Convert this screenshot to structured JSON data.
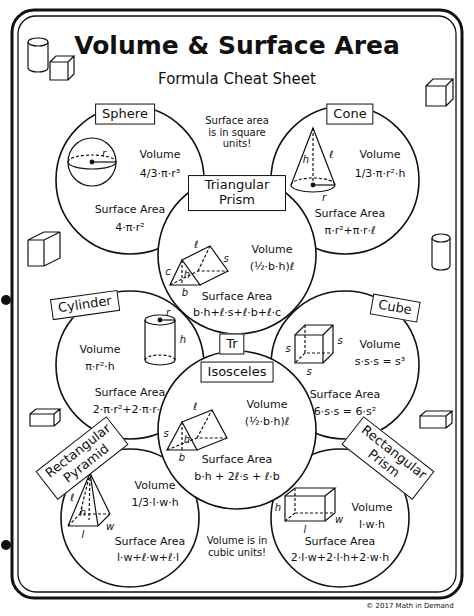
{
  "diagram": {
    "title": "Volume & Surface Area",
    "nodes": [
      {
        "text": [
          "Sphere",
          "Volume",
          "4/3·π·r³",
          "Surface Area",
          "4·π·r²"
        ]
      },
      {
        "text": [
          "Cone",
          "Volume",
          "1/3·π·r²·h",
          "Surface Area",
          "π·r²+π·r·ℓ"
        ]
      },
      {
        "text": [
          "Triangular Prism",
          "Volume",
          "(½·b·h)ℓ",
          "Surface Area",
          "b·h+ℓ·s+ℓ·b+ℓ·c"
        ]
      },
      {
        "text": [
          "Cylinder",
          "Volume",
          "π·r²·h",
          "Surface Area",
          "2·π·r²+2·π·r·h"
        ]
      },
      {
        "text": [
          "Cube",
          "Volume",
          "s·s·s = s³",
          "Surface Area",
          "6·s·s = 6·s²"
        ]
      },
      {
        "text": [
          "Tr",
          "Isosceles",
          "Volume",
          "(½·b·h)ℓ",
          "Surface Area",
          "b·h + 2ℓ·s + ℓ·b"
        ]
      },
      {
        "text": [
          "Rectangular Pyramid",
          "Volume",
          "1/3·l·w·h",
          "Surface Area",
          "l·w+ℓ·w+ℓ·l"
        ]
      },
      {
        "text": [
          "Rectangular Prism",
          "Volume",
          "l·w·h",
          "Surface Area",
          "2·l·w+2·l·h+2·w·h"
        ]
      }
    ],
    "labels": [
      "Formula Cheat Sheet",
      "Surface area is in square units!",
      "r",
      "h",
      "r",
      "ℓ",
      "s",
      "h",
      "ℓ",
      "c",
      "b",
      "r",
      "h",
      "s",
      "s",
      "s",
      "s",
      "h",
      "ℓ",
      "b",
      "ℓ",
      "h",
      "w",
      "l",
      "h",
      "w",
      "l",
      "Volume is in cubic units!",
      "© 2017 Math in Demand"
    ]
  }
}
